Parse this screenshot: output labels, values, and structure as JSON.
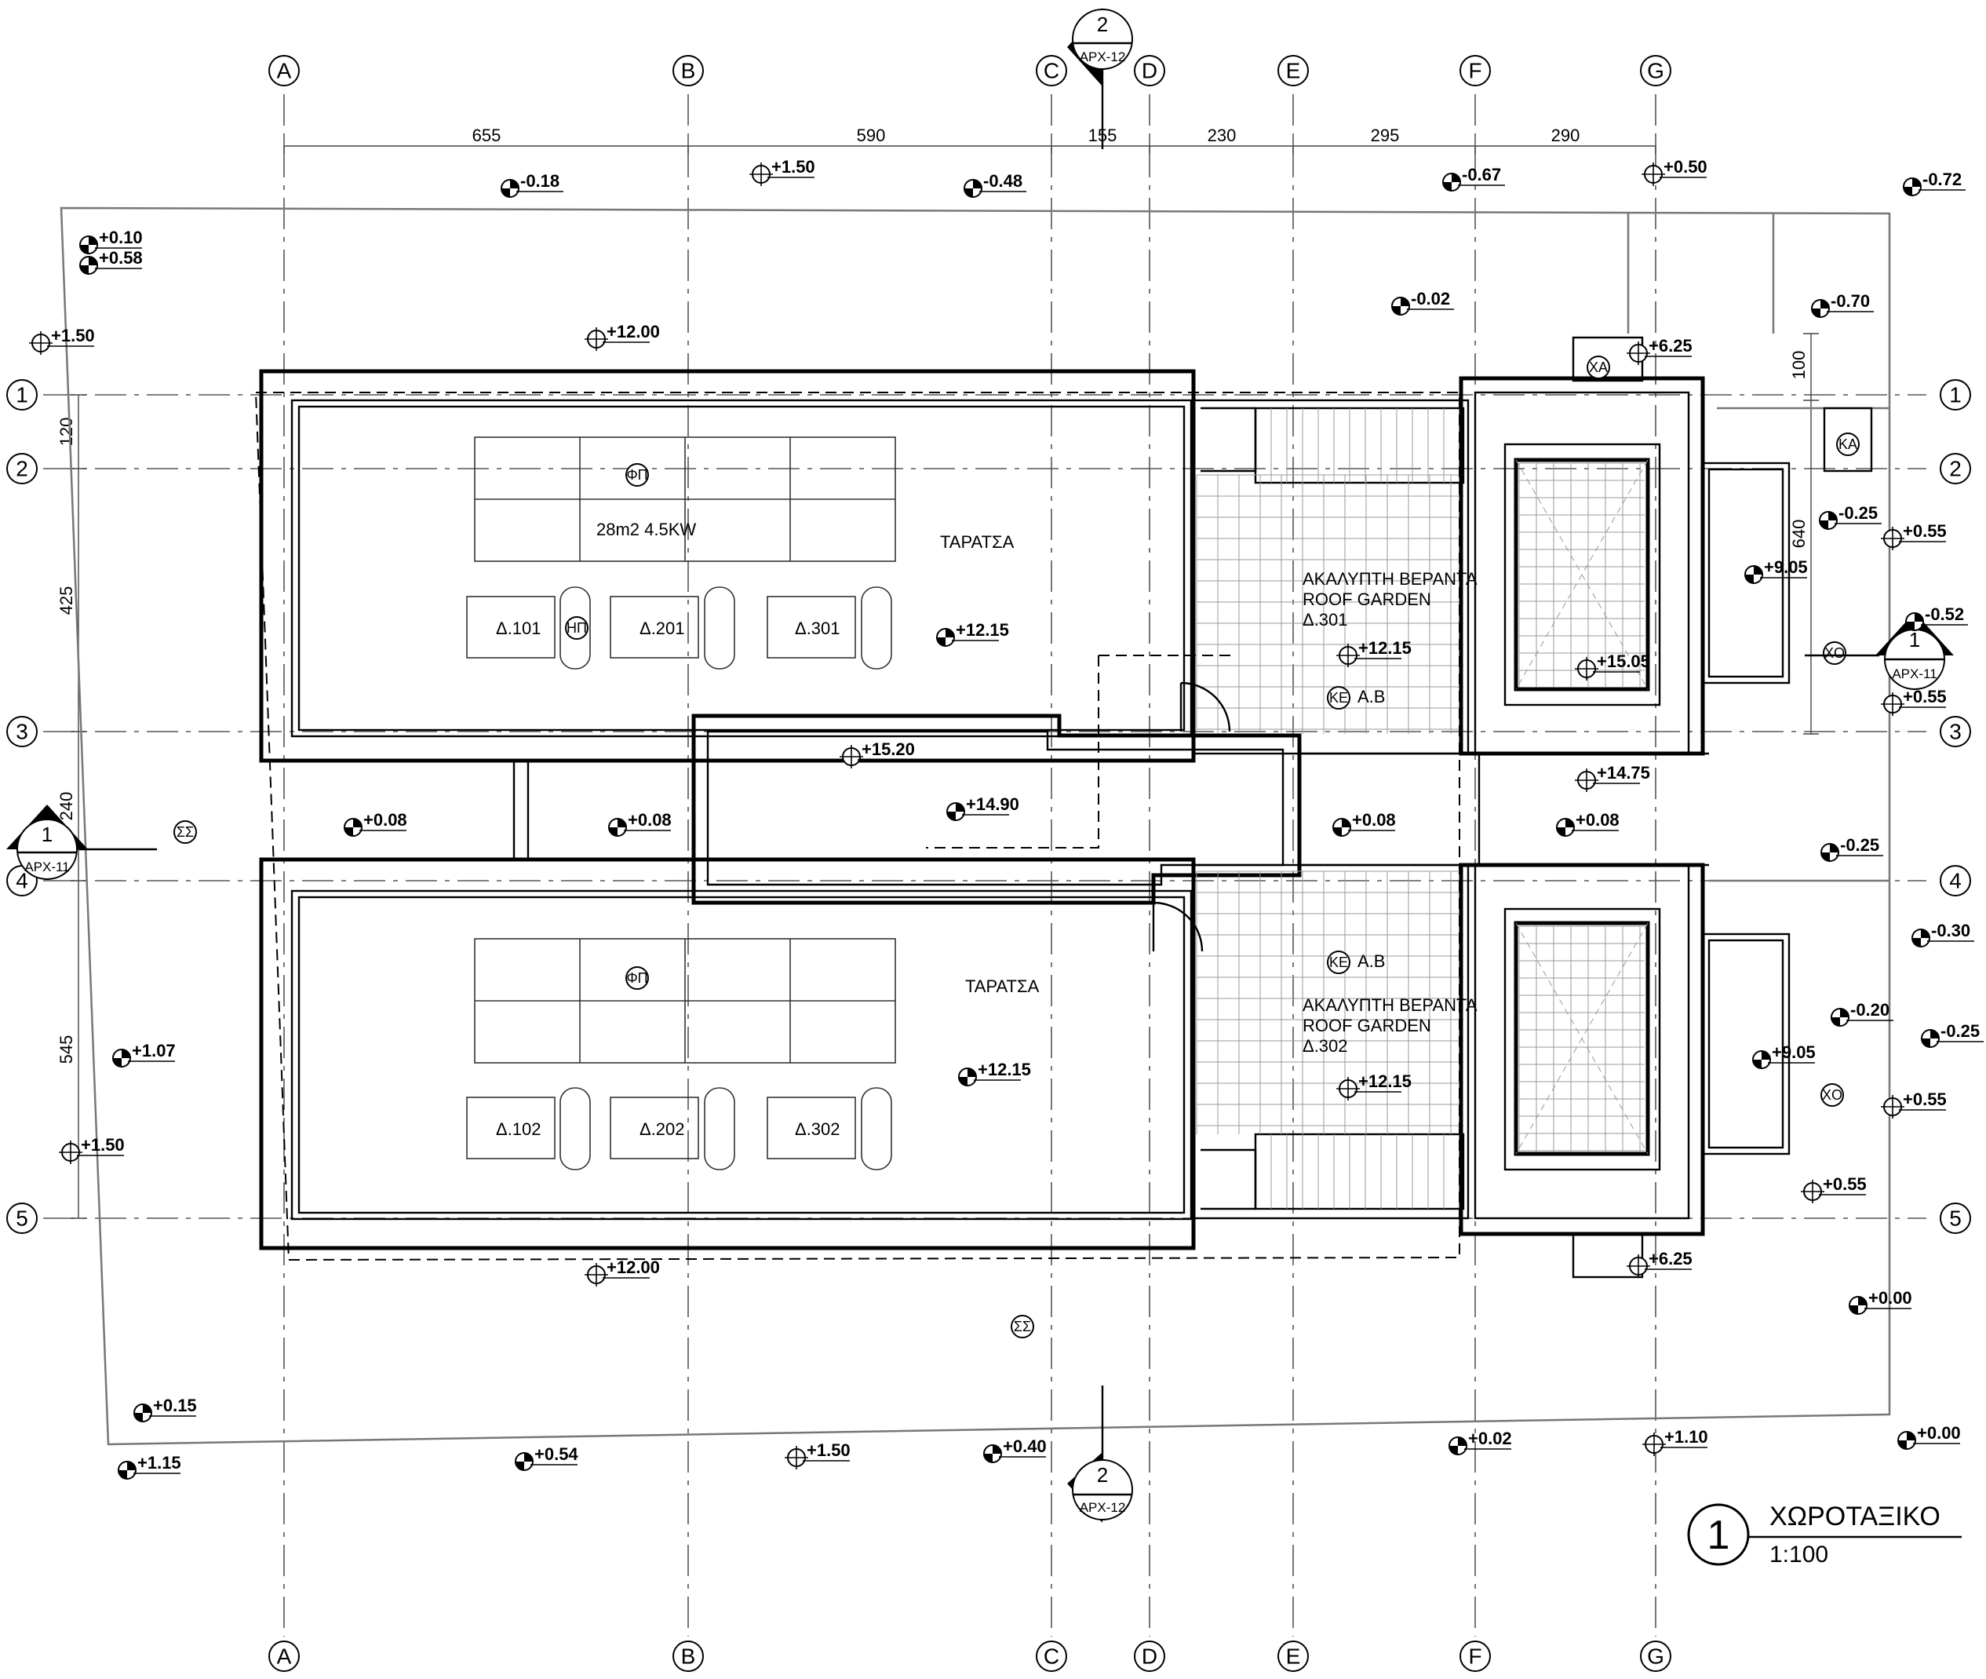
{
  "title": {
    "number": "1",
    "name": "ΧΩΡΟΤΑΞΙΚΟ",
    "scale": "1:100"
  },
  "grid": {
    "columns": [
      "A",
      "B",
      "C",
      "D",
      "E",
      "F",
      "G"
    ],
    "rows": [
      "1",
      "2",
      "3",
      "4",
      "5"
    ]
  },
  "dimensions": {
    "horizontal": [
      "655",
      "590",
      "155",
      "230",
      "295",
      "290"
    ],
    "vertical": [
      "120",
      "425",
      "240",
      "545"
    ],
    "right_side": [
      "100",
      "640"
    ]
  },
  "sections": [
    {
      "number": "2",
      "sheet": "ΑΡΧ-12"
    },
    {
      "number": "2",
      "sheet": "ΑΡΧ-12"
    },
    {
      "number": "1",
      "sheet": "ΑΡΧ-11"
    },
    {
      "number": "1",
      "sheet": "ΑΡΧ-11"
    }
  ],
  "rooms": {
    "terrace_top": "ΤΑΡΑΤΣΑ",
    "terrace_bottom": "ΤΑΡΑΤΣΑ",
    "solar_top": "28m2 4.5KW",
    "veranda_top": [
      "ΑΚΑΛΥΠΤΗ ΒΕΡΑΝΤΑ",
      "ROOF GARDEN",
      "Δ.301"
    ],
    "veranda_bottom": [
      "ΑΚΑΛΥΠΤΗ ΒΕΡΑΝΤΑ",
      "ROOF GARDEN",
      "Δ.302"
    ],
    "ab_top": "Α.Β",
    "ab_bottom": "Α.Β",
    "tanks_top": [
      "Δ.101",
      "Δ.201",
      "Δ.301"
    ],
    "tanks_bottom": [
      "Δ.102",
      "Δ.202",
      "Δ.302"
    ]
  },
  "symbols": {
    "fp": "ΦΠ",
    "hp": "ΗΠ",
    "ke": "ΚΕ",
    "xa": "ΧΑ",
    "ka": "ΚΑ",
    "xo": "ΧΟ",
    "ss": "ΣΣ"
  },
  "levels": [
    "-0.18",
    "+1.50",
    "-0.48",
    "-0.67",
    "+0.50",
    "-0.72",
    "+0.10",
    "+0.58",
    "+1.50",
    "+12.00",
    "-0.02",
    "-0.70",
    "+6.25",
    "+9.05",
    "-0.25",
    "+0.55",
    "+15.05",
    "-0.52",
    "+0.55",
    "+12.15",
    "+12.15",
    "+15.20",
    "+14.90",
    "+14.75",
    "+0.08",
    "+0.08",
    "+0.08",
    "+0.08",
    "-0.25",
    "-0.30",
    "-0.20",
    "-0.25",
    "+0.55",
    "+9.05",
    "+12.15",
    "+12.15",
    "+1.07",
    "+1.50",
    "+0.55",
    "+12.00",
    "+6.25",
    "+0.00",
    "+0.15",
    "+1.15",
    "+0.54",
    "+1.50",
    "+0.40",
    "+0.02",
    "+1.10",
    "+0.00"
  ]
}
